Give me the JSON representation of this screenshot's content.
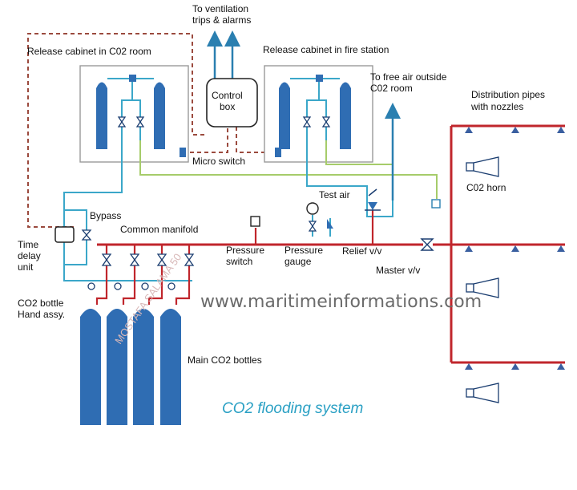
{
  "labels": {
    "ventilation_1": "To ventilation",
    "ventilation_2": "trips & alarms",
    "release_co2_room": "Release cabinet in C02 room",
    "release_fire_station": "Release cabinet in  fire station",
    "control_box_1": "Control",
    "control_box_2": "box",
    "free_air_1": "To free air outside",
    "free_air_2": "C02 room",
    "distribution_1": "Distribution pipes",
    "distribution_2": "with nozzles",
    "micro_switch": "Micro switch",
    "test_air": "Test air",
    "co2_horn": "C02 horn",
    "bypass": "Bypass",
    "common_manifold": "Common manifold",
    "time_delay_1": "Time",
    "time_delay_2": "delay",
    "time_delay_3": "unit",
    "pressure_switch_1": "Pressure",
    "pressure_switch_2": "switch",
    "pressure_gauge_1": "Pressure",
    "pressure_gauge_2": "gauge",
    "relief_vv": "Relief v/v",
    "master_vv": "Master v/v",
    "bottle_hand_1": "CO2 bottle",
    "bottle_hand_2": "Hand assy.",
    "main_bottles": "Main CO2 bottles",
    "diagram_title": "CO2 flooding system",
    "watermark": "www.maritimeinformations.com",
    "faint_watermark": "MOSTAFA SALAMA 50"
  },
  "colors": {
    "pipe_red": "#c0262c",
    "pipe_blue": "#3ba7c9",
    "pipe_green": "#a6cc6a",
    "bottle_blue": "#2f6db3",
    "dashed_brown": "#9b4a3e",
    "nozzle": "#3a5fa0",
    "outline": "#1a3d70",
    "title": "#2aa0c4"
  }
}
